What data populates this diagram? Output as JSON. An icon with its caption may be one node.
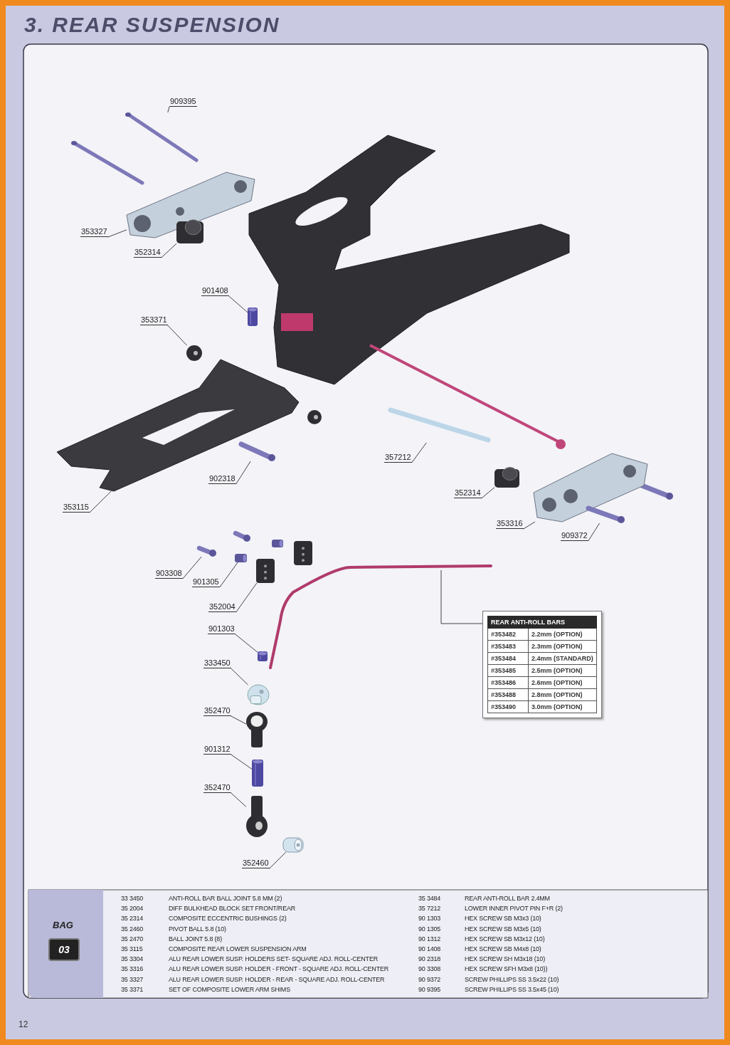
{
  "diagram": {
    "title": "3. REAR SUSPENSION",
    "nodes": [
      {
        "text": [
          "909395"
        ]
      },
      {
        "text": [],
        "shape": "picture"
      },
      {
        "text": [
          "353327"
        ]
      },
      {
        "text": [],
        "shape": "picture"
      },
      {
        "text": [
          "352314"
        ]
      },
      {
        "text": [],
        "shape": "picture"
      },
      {
        "text": [
          "901408"
        ]
      },
      {
        "text": [],
        "shape": "picture"
      },
      {
        "text": [
          "353371"
        ]
      },
      {
        "text": [],
        "shape": "picture"
      },
      {
        "text": [
          "357212"
        ]
      },
      {
        "text": [],
        "shape": "picture"
      },
      {
        "text": [
          "902318"
        ]
      },
      {
        "text": [],
        "shape": "picture"
      },
      {
        "text": [
          "352314"
        ]
      },
      {
        "text": [],
        "shape": "picture"
      },
      {
        "text": [
          "353115"
        ]
      },
      {
        "text": [],
        "shape": "picture"
      },
      {
        "text": [
          "353316"
        ]
      },
      {
        "text": [],
        "shape": "picture"
      },
      {
        "text": [
          "909372"
        ]
      },
      {
        "text": [],
        "shape": "picture"
      },
      {
        "text": [
          "903308"
        ]
      },
      {
        "text": [],
        "shape": "picture"
      },
      {
        "text": [
          "901305"
        ]
      },
      {
        "text": [],
        "shape": "picture"
      },
      {
        "text": [
          "352004"
        ]
      },
      {
        "text": [],
        "shape": "picture"
      },
      {
        "text": [],
        "shape": "picture"
      },
      {
        "text": [
          "REAR ANTI-ROLL BARS",
          "#353482",
          "2.2mm (OPTION)",
          "#353483",
          "2.3mm (OPTION)",
          "#353484",
          "2.4mm (STANDARD)",
          "#353485",
          "2.5mm (OPTION)",
          "#353486",
          "2.6mm (OPTION)",
          "#353488",
          "2.8mm (OPTION)",
          "#353490",
          "3.0mm (OPTION)"
        ]
      },
      {
        "text": [
          "901303"
        ]
      },
      {
        "text": [],
        "shape": "picture"
      },
      {
        "text": [
          "333450"
        ]
      },
      {
        "text": [],
        "shape": "picture"
      },
      {
        "text": [
          "352470"
        ]
      },
      {
        "text": [],
        "shape": "picture"
      },
      {
        "text": [
          "901312"
        ]
      },
      {
        "text": [],
        "shape": "picture"
      },
      {
        "text": [
          "352470"
        ]
      },
      {
        "text": [],
        "shape": "picture"
      },
      {
        "text": [
          "352460"
        ]
      },
      {
        "text": [],
        "shape": "picture"
      }
    ],
    "edges": [
      {
        "from": 0,
        "to": 1,
        "arrow": "none"
      },
      {
        "from": 2,
        "to": 3,
        "arrow": "none"
      },
      {
        "from": 4,
        "to": 5,
        "arrow": "none"
      },
      {
        "from": 6,
        "to": 7,
        "arrow": "none"
      },
      {
        "from": 8,
        "to": 9,
        "arrow": "none"
      },
      {
        "from": 10,
        "to": 11,
        "arrow": "none"
      },
      {
        "from": 12,
        "to": 13,
        "arrow": "none"
      },
      {
        "from": 14,
        "to": 15,
        "arrow": "none"
      },
      {
        "from": 16,
        "to": 17,
        "arrow": "none"
      },
      {
        "from": 18,
        "to": 19,
        "arrow": "none"
      },
      {
        "from": 20,
        "to": 21,
        "arrow": "none"
      },
      {
        "from": 22,
        "to": 23,
        "arrow": "none"
      },
      {
        "from": 24,
        "to": 25,
        "arrow": "none"
      },
      {
        "from": 26,
        "to": 27,
        "arrow": "none"
      },
      {
        "from": 29,
        "to": 28,
        "arrow": "none"
      },
      {
        "from": 30,
        "to": 31,
        "arrow": "none"
      },
      {
        "from": 32,
        "to": 33,
        "arrow": "none"
      },
      {
        "from": 34,
        "to": 35,
        "arrow": "none"
      },
      {
        "from": 36,
        "to": 37,
        "arrow": "none"
      },
      {
        "from": 38,
        "to": 39,
        "arrow": "none"
      },
      {
        "from": 40,
        "to": 41,
        "arrow": "none"
      }
    ],
    "labels": [
      "BAG",
      "03",
      "33 3450",
      "ANTI-ROLL BAR BALL JOINT 5.8 MM (2)",
      "35 2004",
      "DIFF BULKHEAD BLOCK SET FRONT/REAR",
      "35 2314",
      "COMPOSITE ECCENTRIC BUSHINGS (2)",
      "35 2460",
      "PIVOT BALL 5.8 (10)",
      "35 2470",
      "BALL JOINT 5.8 (8)",
      "35 3115",
      "COMPOSITE REAR LOWER SUSPENSION ARM",
      "35 3304",
      "ALU REAR LOWER SUSP. HOLDERS SET- SQUARE ADJ. ROLL-CENTER",
      "35 3316",
      "ALU REAR LOWER SUSP. HOLDER - FRONT - SQUARE ADJ. ROLL-CENTER",
      "35 3327",
      "ALU REAR LOWER SUSP. HOLDER - REAR - SQUARE ADJ. ROLL-CENTER",
      "35 3371",
      "SET OF COMPOSITE LOWER ARM SHIMS",
      "35 3484",
      "REAR ANTI-ROLL BAR 2.4MM",
      "35 7212",
      "LOWER INNER PIVOT PIN F+R (2)",
      "90 1303",
      "HEX SCREW SB M3x3 (10)",
      "90 1305",
      "HEX SCREW SB M3x5 (10)",
      "90 1312",
      "HEX SCREW SB M3x12 (10)",
      "90 1408",
      "HEX SCREW SB M4x8 (10)",
      "90 2318",
      "HEX SCREW SH M3x18 (10)",
      "90 3308",
      "HEX SCREW SFH M3x8 (10))",
      "90 9372",
      "SCREW PHILLIPS SS 3.5x22 (10)",
      "90 9395",
      "SCREW PHILLIPS SS 3.5x45 (10)",
      "12"
    ]
  }
}
